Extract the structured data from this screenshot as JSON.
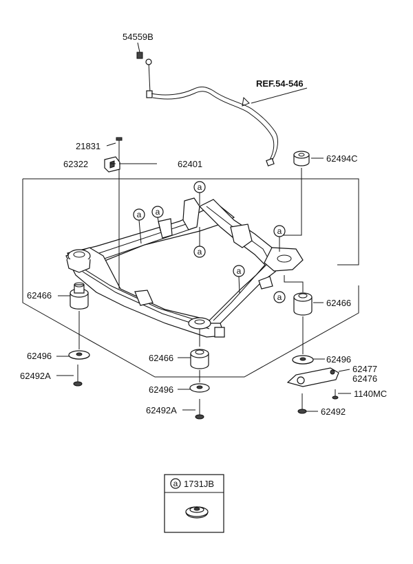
{
  "labels": {
    "p54559B": "54559B",
    "ref": "REF.54-546",
    "p21831": "21831",
    "p62322": "62322",
    "p62401": "62401",
    "p62494C": "62494C",
    "p62466_left": "62466",
    "p62466_right": "62466",
    "p62466_center": "62466",
    "p62496_left": "62496",
    "p62496_right": "62496",
    "p62496_center": "62496",
    "p62492A_left": "62492A",
    "p62492A_center": "62492A",
    "p62477": "62477",
    "p62476": "62476",
    "p1140MC": "1140MC",
    "p62492": "62492"
  },
  "callout": "a",
  "legend": {
    "marker": "a",
    "part_number": "1731JB"
  }
}
